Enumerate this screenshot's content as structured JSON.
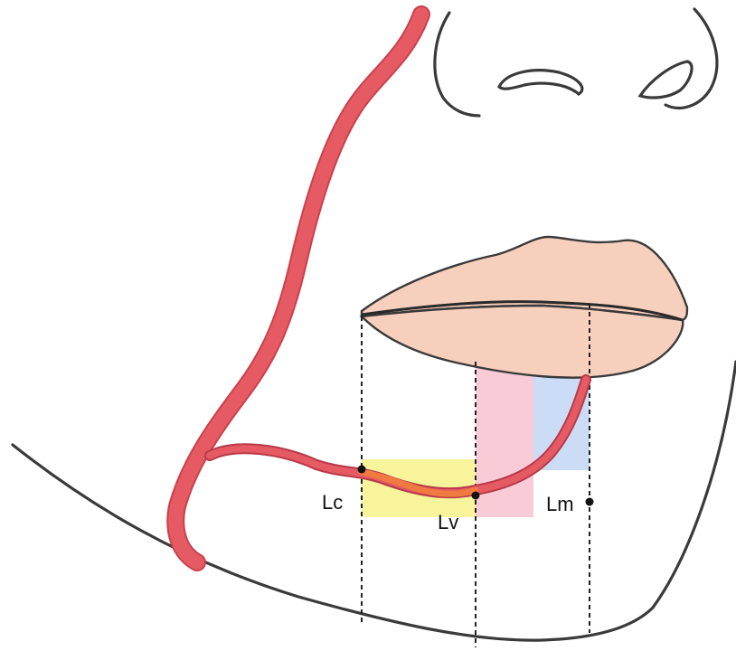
{
  "labels": {
    "lc": "Lc",
    "lv": "Lv",
    "lm": "Lm"
  },
  "colors": {
    "outline": "#3a3a3a",
    "lip_fill": "#f7cfbd",
    "artery": "#e55a63",
    "artery_highlight": "#f07a40",
    "zone_yellow": "#f4f07a",
    "zone_pink": "#f3a0b4",
    "zone_blue": "#a9c4f2"
  }
}
